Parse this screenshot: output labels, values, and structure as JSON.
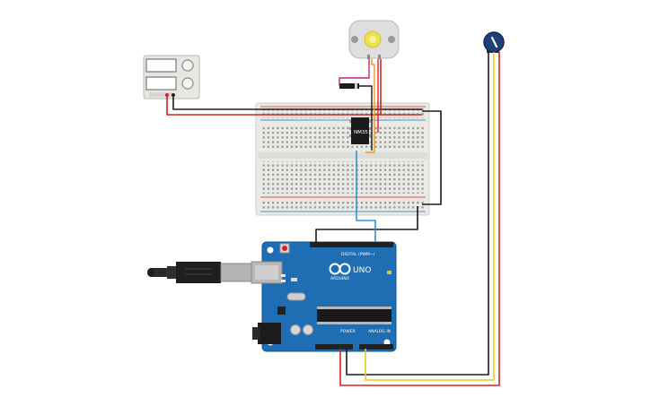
{
  "components": {
    "arduino": {
      "logo_text": "UNO",
      "brand_text": "ARDUINO",
      "digital_label": "DIGITAL (PWM~)",
      "power_label": "POWER",
      "analog_label": "ANALOG IN"
    },
    "ic": {
      "label": "NM35"
    },
    "motor": {},
    "power_supply": {},
    "potentiometer": {},
    "breadboard": {},
    "diode": {},
    "usb_cable": {}
  },
  "wire_colors": {
    "black": "#1b1b1b",
    "red": "#d6231f",
    "orange": "#f39a1b",
    "blue": "#2f95d6",
    "yellow": "#f2c619",
    "magenta": "#c0277a"
  },
  "board_colors": {
    "arduino": "#1f6db2",
    "breadboard": "#e9e9e6",
    "chip": "#1a1a1a"
  }
}
